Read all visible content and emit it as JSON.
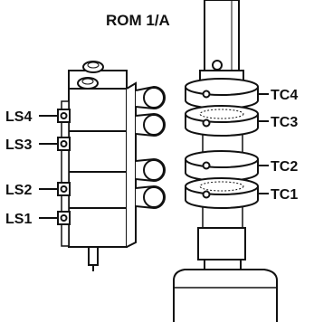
{
  "title": "ROM 1/A",
  "switch_labels": [
    "LS4",
    "LS3",
    "LS2",
    "LS1"
  ],
  "cam_labels": [
    "TC4",
    "TC3",
    "TC2",
    "TC1"
  ]
}
